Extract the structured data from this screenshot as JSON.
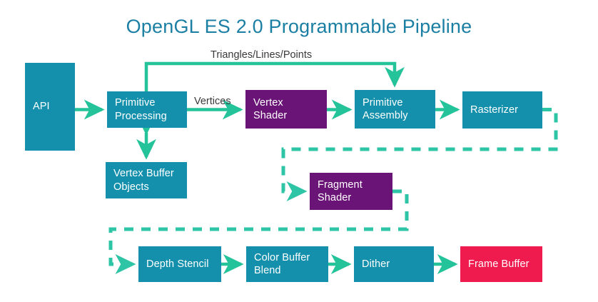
{
  "diagram": {
    "title": "OpenGL ES 2.0 Programmable Pipeline",
    "colors": {
      "title": "#1b7fa4",
      "stage_teal": "#1490ad",
      "shader_purple": "#6b1478",
      "framebuffer_pink": "#ef1b4e",
      "arrow_green": "#24c39a",
      "label_text": "#3a3a3a",
      "background": "#ffffff"
    },
    "nodes": [
      {
        "id": "api",
        "label": "API",
        "kind": "stage"
      },
      {
        "id": "primitive-processing",
        "label": "Primitive\nProcessing",
        "kind": "stage"
      },
      {
        "id": "vertex-buffer-objects",
        "label": "Vertex Buffer\nObjects",
        "kind": "stage"
      },
      {
        "id": "vertex-shader",
        "label": "Vertex Shader",
        "kind": "shader"
      },
      {
        "id": "primitive-assembly",
        "label": "Primitive\nAssembly",
        "kind": "stage"
      },
      {
        "id": "rasterizer",
        "label": "Rasterizer",
        "kind": "stage"
      },
      {
        "id": "fragment-shader",
        "label": "Fragment\nShader",
        "kind": "shader"
      },
      {
        "id": "depth-stencil",
        "label": "Depth Stencil",
        "kind": "stage"
      },
      {
        "id": "color-buffer-blend",
        "label": "Color Buffer\nBlend",
        "kind": "stage"
      },
      {
        "id": "dither",
        "label": "Dither",
        "kind": "stage"
      },
      {
        "id": "frame-buffer",
        "label": "Frame Buffer",
        "kind": "framebuffer"
      }
    ],
    "node_labels": {
      "api": "API",
      "primitive_processing_line1": "Primitive",
      "primitive_processing_line2": "Processing",
      "vertex_buffer_objects_line1": "Vertex Buffer",
      "vertex_buffer_objects_line2": "Objects",
      "vertex_shader": "Vertex Shader",
      "primitive_assembly_line1": "Primitive",
      "primitive_assembly_line2": "Assembly",
      "rasterizer": "Rasterizer",
      "fragment_shader_line1": "Fragment",
      "fragment_shader_line2": "Shader",
      "depth_stencil": "Depth Stencil",
      "color_buffer_blend_line1": "Color Buffer",
      "color_buffer_blend_line2": "Blend",
      "dither": "Dither",
      "frame_buffer": "Frame Buffer"
    },
    "edge_labels": {
      "triangles_lines_points": "Triangles/Lines/Points",
      "vertices": "Vertices"
    },
    "edges": [
      {
        "from": "api",
        "to": "primitive-processing",
        "style": "solid",
        "label": ""
      },
      {
        "from": "primitive-processing",
        "to": "vertex-shader",
        "style": "solid",
        "label": "Vertices"
      },
      {
        "from": "primitive-processing",
        "to": "vertex-buffer-objects",
        "style": "solid",
        "label": "",
        "bidirectional": true
      },
      {
        "from": "primitive-processing",
        "to": "primitive-assembly",
        "style": "solid",
        "label": "Triangles/Lines/Points"
      },
      {
        "from": "vertex-shader",
        "to": "primitive-assembly",
        "style": "solid",
        "label": ""
      },
      {
        "from": "primitive-assembly",
        "to": "rasterizer",
        "style": "solid",
        "label": ""
      },
      {
        "from": "rasterizer",
        "to": "fragment-shader",
        "style": "dashed",
        "label": ""
      },
      {
        "from": "fragment-shader",
        "to": "depth-stencil",
        "style": "dashed",
        "label": ""
      },
      {
        "from": "depth-stencil",
        "to": "color-buffer-blend",
        "style": "solid",
        "label": ""
      },
      {
        "from": "color-buffer-blend",
        "to": "dither",
        "style": "solid",
        "label": ""
      },
      {
        "from": "dither",
        "to": "frame-buffer",
        "style": "solid",
        "label": ""
      }
    ]
  }
}
